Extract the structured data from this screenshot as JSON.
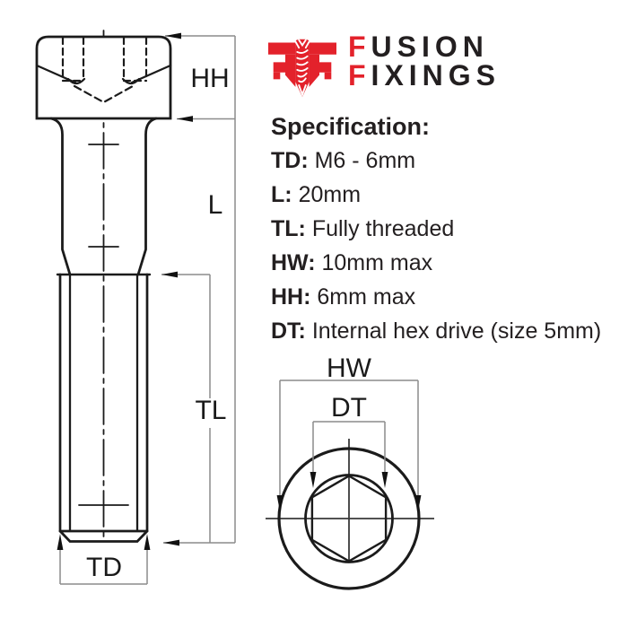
{
  "logo": {
    "brand": "Fusion Fixings",
    "line1_initial": "F",
    "line1_rest": "USION",
    "line2_initial": "F",
    "line2_rest": "IXINGS",
    "accent_red": "#e3222b",
    "text_dark": "#231f20",
    "icon": "fusion-fixings-screw-monogram"
  },
  "spec": {
    "heading": "Specification:",
    "rows": [
      {
        "label": "TD:",
        "value": "M6 - 6mm"
      },
      {
        "label": "L:",
        "value": "20mm"
      },
      {
        "label": "TL:",
        "value": "Fully threaded"
      },
      {
        "label": "HW:",
        "value": "10mm max"
      },
      {
        "label": "HH:",
        "value": "6mm max"
      },
      {
        "label": "DT:",
        "value": "Internal hex drive (size 5mm)"
      }
    ]
  },
  "dimensions": {
    "head_height": "HH",
    "length": "L",
    "thread_length": "TL",
    "thread_diameter": "TD",
    "head_width": "HW",
    "drive_size": "DT"
  },
  "drawing": {
    "outline_color": "#1b1b1b",
    "dim_line_color": "#8c8c8c",
    "arrow_color": "#111111",
    "views": [
      "side-elevation-socket-cap-screw",
      "top-view-head-with-hex-socket"
    ]
  }
}
